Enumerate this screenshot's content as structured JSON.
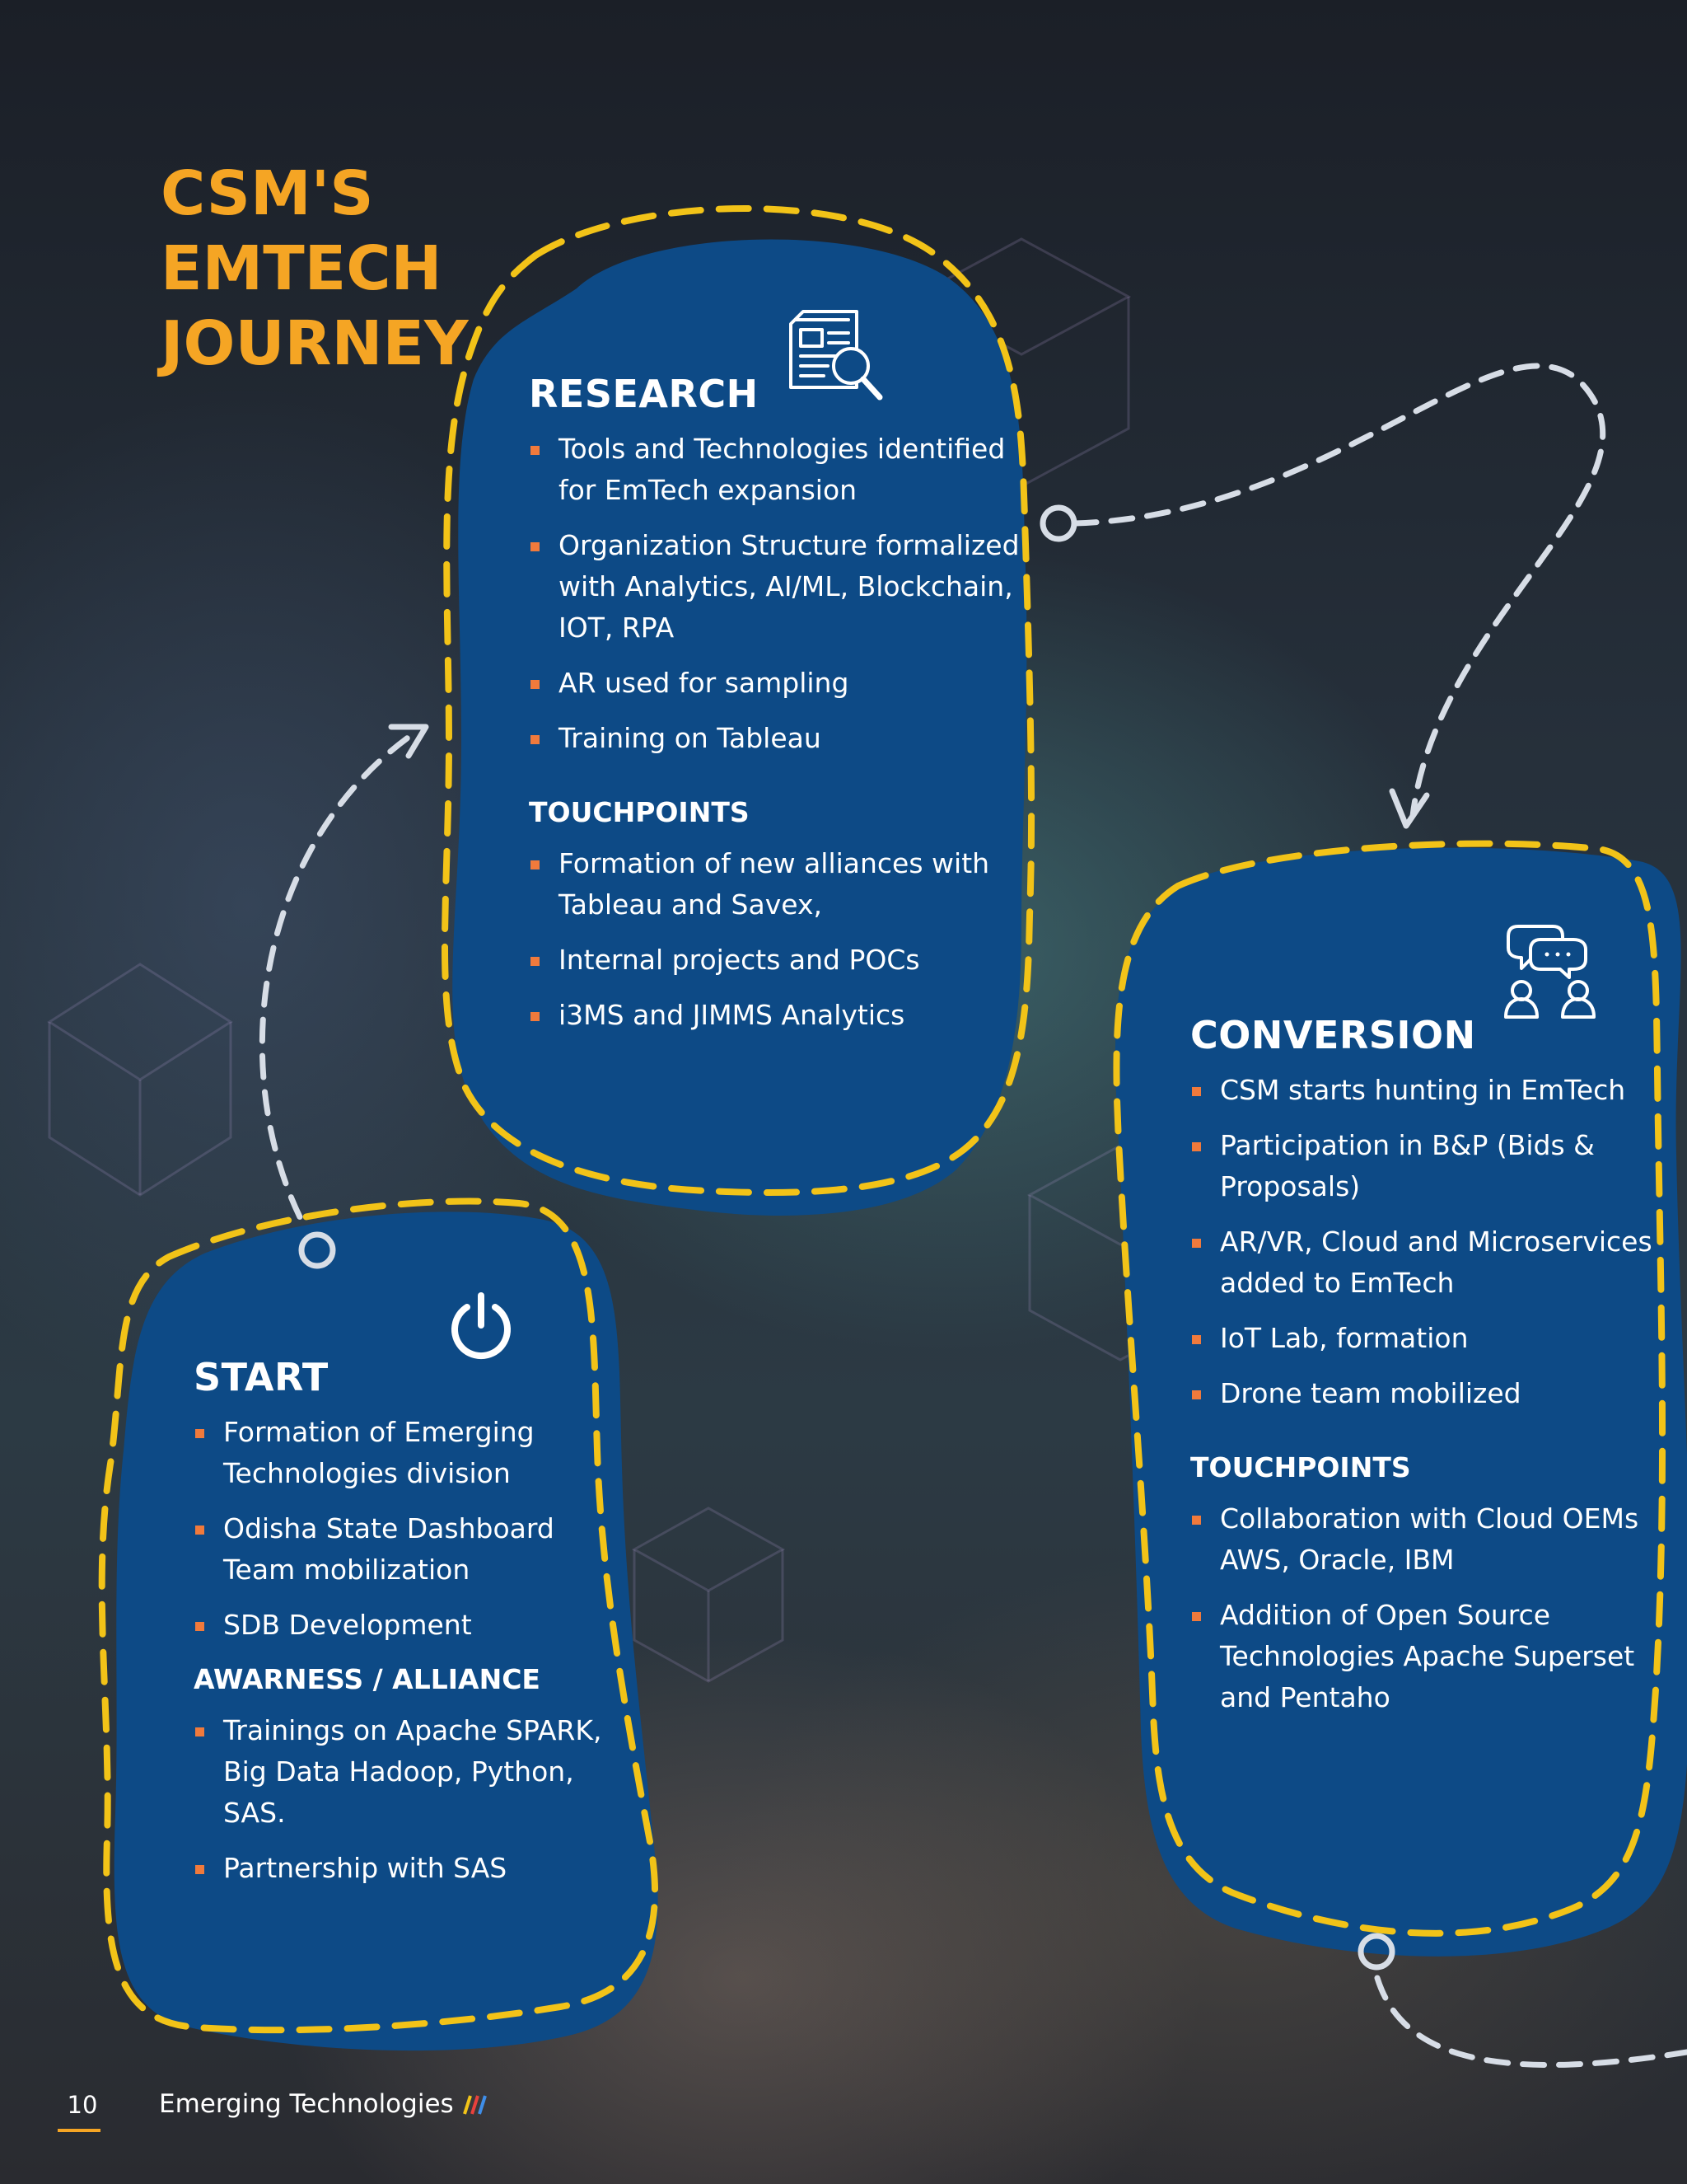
{
  "title_lines": [
    "CSM'S",
    "EMTECH",
    "JOURNEY"
  ],
  "colors": {
    "accent_orange": "#f5a524",
    "card_blue": "#0d4a86",
    "dash_yellow": "#f2c318",
    "connector_gray": "#d7dde6",
    "bullet_orange": "#f07a3c"
  },
  "research": {
    "icon": "document-search-icon",
    "heading": "RESEARCH",
    "items": [
      "Tools and Technologies identified for EmTech expansion",
      "Organization Structure formalized with Analytics, AI/ML, Blockchain, IOT, RPA",
      "AR used for sampling",
      "Training on Tableau"
    ],
    "subheading": "TOUCHPOINTS",
    "subitems": [
      "Formation of new alliances with Tableau and Savex,",
      "Internal projects and POCs",
      "i3MS and JIMMS Analytics"
    ]
  },
  "conversion": {
    "icon": "chat-users-icon",
    "heading": "CONVERSION",
    "items": [
      "CSM starts hunting in EmTech",
      "Participation in B&P (Bids & Proposals)",
      "AR/VR, Cloud and Microservices added to EmTech",
      "IoT Lab, formation",
      "Drone team mobilized"
    ],
    "subheading": "TOUCHPOINTS",
    "subitems": [
      "Collaboration with Cloud OEMs AWS, Oracle, IBM",
      "Addition of Open Source Technologies Apache Superset and Pentaho"
    ]
  },
  "start": {
    "icon": "power-icon",
    "heading": "START",
    "items": [
      "Formation of Emerging Technologies division",
      "Odisha State Dashboard Team mobilization",
      "SDB Development"
    ],
    "subheading": "AWARNESS / ALLIANCE",
    "subitems": [
      "Trainings on Apache SPARK, Big Data Hadoop, Python, SAS.",
      "Partnership with SAS"
    ]
  },
  "footer": {
    "page_number": "10",
    "text": "Emerging Technologies"
  }
}
